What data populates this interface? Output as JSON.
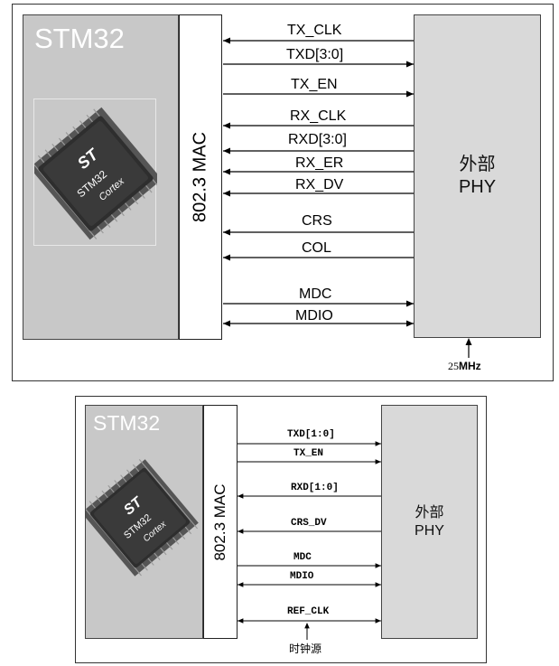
{
  "diagram1": {
    "stm_title": "STM32",
    "mac_label": "802.3 MAC",
    "phy_line1": "外部",
    "phy_line2": "PHY",
    "clock_label_num": "25",
    "clock_label_unit": "MHz",
    "signals": [
      {
        "name": "TX_CLK",
        "direction": "to-mac"
      },
      {
        "name": "TXD[3:0]",
        "direction": "to-phy"
      },
      {
        "name": "TX_EN",
        "direction": "to-phy"
      },
      {
        "name": "RX_CLK",
        "direction": "to-mac"
      },
      {
        "name": "RXD[3:0]",
        "direction": "to-mac"
      },
      {
        "name": "RX_ER",
        "direction": "to-mac"
      },
      {
        "name": "RX_DV",
        "direction": "to-mac"
      },
      {
        "name": "CRS",
        "direction": "to-mac"
      },
      {
        "name": "COL",
        "direction": "to-mac"
      },
      {
        "name": "MDC",
        "direction": "to-phy"
      },
      {
        "name": "MDIO",
        "direction": "both"
      }
    ]
  },
  "diagram2": {
    "stm_title": "STM32",
    "mac_label": "802.3 MAC",
    "phy_line1": "外部",
    "phy_line2": "PHY",
    "clock_label": "时钟源",
    "signals": [
      {
        "name": "TXD[1:0]",
        "direction": "to-phy"
      },
      {
        "name": "TX_EN",
        "direction": "to-phy"
      },
      {
        "name": "RXD[1:0]",
        "direction": "to-mac"
      },
      {
        "name": "CRS_DV",
        "direction": "to-mac"
      },
      {
        "name": "MDC",
        "direction": "to-phy"
      },
      {
        "name": "MDIO",
        "direction": "both"
      },
      {
        "name": "REF_CLK",
        "direction": "both"
      }
    ]
  },
  "chip": {
    "logo_text": "ST",
    "brand_text": "STM32",
    "core_text": "Cortex"
  }
}
